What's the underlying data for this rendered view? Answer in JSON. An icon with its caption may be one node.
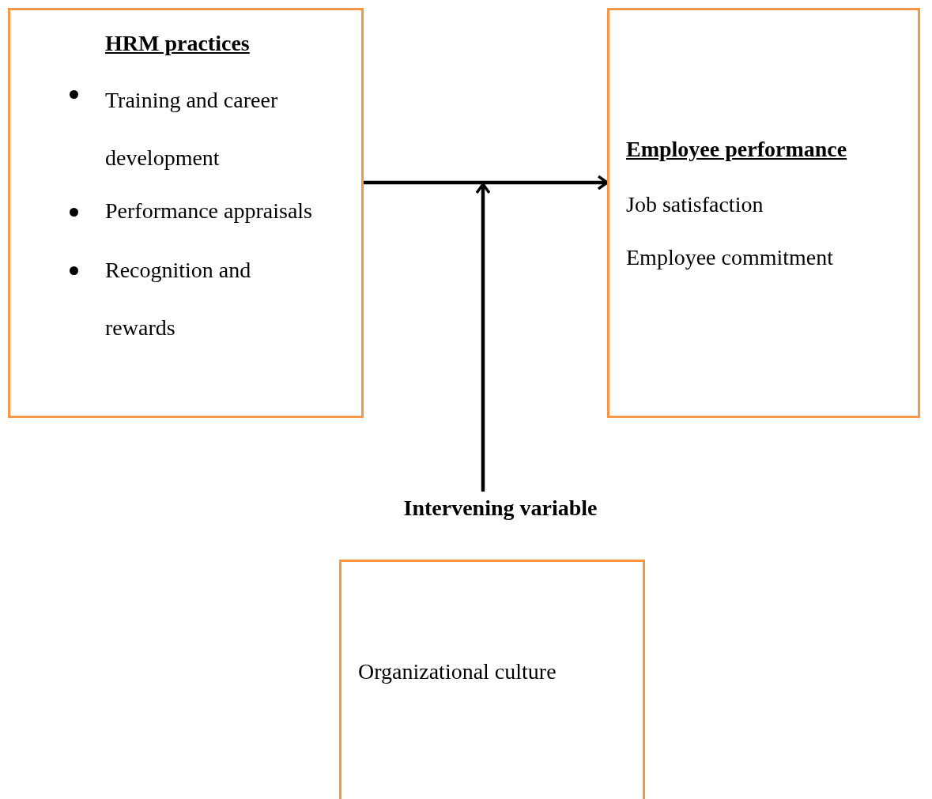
{
  "diagram": {
    "nodes": [
      {
        "text": [
          "HRM practices",
          "Training and career development",
          "Performance appraisals",
          "Recognition and rewards"
        ]
      },
      {
        "text": [
          "Employee performance",
          "Job satisfaction",
          "Employee commitment"
        ]
      },
      {
        "text": [
          "Intervening variable"
        ]
      },
      {
        "text": [
          "Organizational culture"
        ]
      }
    ],
    "edges": [
      {
        "from": 0,
        "to": 1,
        "arrow": "to"
      },
      {
        "from": 2,
        "to": null,
        "arrow": "to"
      }
    ]
  }
}
